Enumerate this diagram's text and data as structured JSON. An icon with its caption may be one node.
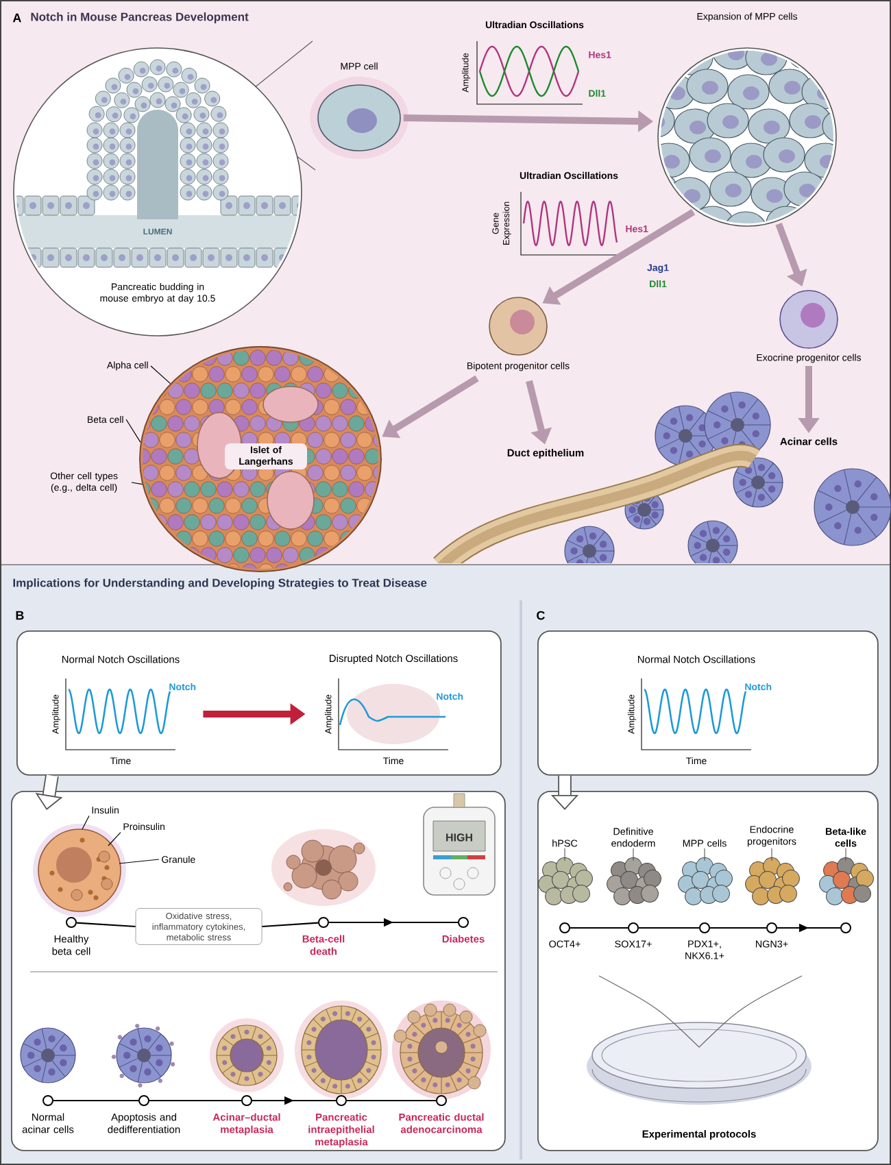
{
  "diagram": {
    "title": "Notch in Mouse Pancreas Development",
    "nodes": [
      {
        "text": [
          "Pancreatic budding in mouse embryo at day 10.5"
        ]
      },
      {
        "text": [
          "MPP cell"
        ]
      },
      {
        "text": [
          "Expansion of MPP cells"
        ]
      },
      {
        "text": [
          "Bipotent progenitor cells"
        ]
      },
      {
        "text": [
          "Exocrine progenitor cells"
        ]
      },
      {
        "text": [
          "Islet of Langerhans"
        ]
      },
      {
        "text": [
          "Duct epithelium"
        ]
      },
      {
        "text": [
          "Acinar cells"
        ]
      },
      {
        "text": [
          "Alpha cell"
        ]
      },
      {
        "text": [
          "Beta cell"
        ]
      },
      {
        "text": [
          "Other cell types (e.g., delta cell)"
        ]
      },
      {
        "text": [],
        "shape": "box"
      },
      {
        "text": [
          "Normal Notch Oscillations",
          "Amplitude",
          "Notch",
          "Time"
        ],
        "in": 11
      },
      {
        "text": [
          "Disrupted Notch Oscillations",
          "Amplitude",
          "Notch",
          "Time"
        ],
        "in": 11
      },
      {
        "text": [],
        "shape": "box"
      },
      {
        "text": [
          "Healthy beta cell"
        ],
        "in": 14
      },
      {
        "text": [
          "Beta-cell death"
        ],
        "in": 14
      },
      {
        "text": [
          "Diabetes"
        ],
        "in": 14
      },
      {
        "text": [
          "Oxidative stress, inflammatory cytokines, metabolic stress"
        ],
        "in": 14
      },
      {
        "text": [
          "Insulin"
        ],
        "in": 14
      },
      {
        "text": [
          "Proinsulin"
        ],
        "in": 14
      },
      {
        "text": [
          "Granule"
        ],
        "in": 14
      },
      {
        "text": [
          "Normal acinar cells"
        ],
        "in": 14
      },
      {
        "text": [
          "Apoptosis and dedifferentiation"
        ],
        "in": 14
      },
      {
        "text": [
          "Acinar–ductal metaplasia"
        ],
        "in": 14
      },
      {
        "text": [
          "Pancreatic intraepithelial metaplasia"
        ],
        "in": 14
      },
      {
        "text": [
          "Pancreatic ductal adenocarcinoma"
        ],
        "in": 14
      },
      {
        "text": [],
        "shape": "box"
      },
      {
        "text": [
          "Normal Notch Oscillations",
          "Amplitude",
          "Notch",
          "Time"
        ],
        "in": 27
      },
      {
        "text": [],
        "shape": "box"
      },
      {
        "text": [
          "hPSC",
          "OCT4+"
        ],
        "in": 29
      },
      {
        "text": [
          "Definitive endoderm",
          "SOX17+"
        ],
        "in": 29
      },
      {
        "text": [
          "MPP cells",
          "PDX1+, NKX6.1+"
        ],
        "in": 29
      },
      {
        "text": [
          "Endocrine progenitors",
          "NGN3+"
        ],
        "in": 29
      },
      {
        "text": [
          "Beta-like cells"
        ],
        "in": 29
      },
      {
        "text": [
          "Experimental protocols"
        ],
        "in": 29
      }
    ],
    "edges": [
      {
        "from": 1,
        "to": 2,
        "arrow": "to",
        "style": "thick",
        "color": "#b79aae"
      },
      {
        "from": 2,
        "to": 3,
        "arrow": "to",
        "style": "thick",
        "color": "#b79aae"
      },
      {
        "from": 2,
        "to": 4,
        "arrow": "to",
        "style": "thick",
        "color": "#b79aae"
      },
      {
        "from": 3,
        "to": 5,
        "arrow": "to",
        "style": "thick",
        "color": "#b79aae"
      },
      {
        "from": 3,
        "to": 6,
        "arrow": "to",
        "style": "thick",
        "color": "#b79aae"
      },
      {
        "from": 4,
        "to": 7,
        "arrow": "to",
        "style": "thick",
        "color": "#b79aae"
      },
      {
        "from": 8,
        "to": 5,
        "arrow": "none"
      },
      {
        "from": 9,
        "to": 5,
        "arrow": "none"
      },
      {
        "from": 10,
        "to": 5,
        "arrow": "none"
      },
      {
        "from": 11,
        "to": 14,
        "arrow": "to",
        "style": "thick"
      },
      {
        "from": 12,
        "to": 13,
        "arrow": "to",
        "style": "thick",
        "color": "#c0203a"
      },
      {
        "from": 15,
        "to": 18,
        "arrow": "none"
      },
      {
        "from": 18,
        "to": 16,
        "arrow": "none"
      },
      {
        "from": 16,
        "to": 17,
        "arrow": "to"
      },
      {
        "from": 19,
        "to": 15,
        "arrow": "none"
      },
      {
        "from": 20,
        "to": 15,
        "arrow": "none"
      },
      {
        "from": 21,
        "to": 15,
        "arrow": "none"
      },
      {
        "from": 22,
        "to": 23,
        "arrow": "none"
      },
      {
        "from": 23,
        "to": 24,
        "arrow": "none"
      },
      {
        "from": 24,
        "to": 25,
        "arrow": "to"
      },
      {
        "from": 25,
        "to": 26,
        "arrow": "none"
      },
      {
        "from": 27,
        "to": 29,
        "arrow": "to",
        "style": "thick"
      },
      {
        "from": 30,
        "to": 31,
        "arrow": "none"
      },
      {
        "from": 31,
        "to": 32,
        "arrow": "none"
      },
      {
        "from": 32,
        "to": 33,
        "arrow": "none"
      },
      {
        "from": 33,
        "to": 34,
        "arrow": "to"
      }
    ],
    "labels": [
      "A",
      "Ultradian Oscillations",
      "Amplitude",
      "Hes1",
      "Dll1",
      "Ultradian Oscillations",
      "Gene Expression",
      "Hes1",
      "LUMEN",
      "Jag1",
      "Dll1",
      "Implications for Understanding and Developing Strategies to Treat Disease",
      "B",
      "C",
      "HIGH"
    ]
  }
}
